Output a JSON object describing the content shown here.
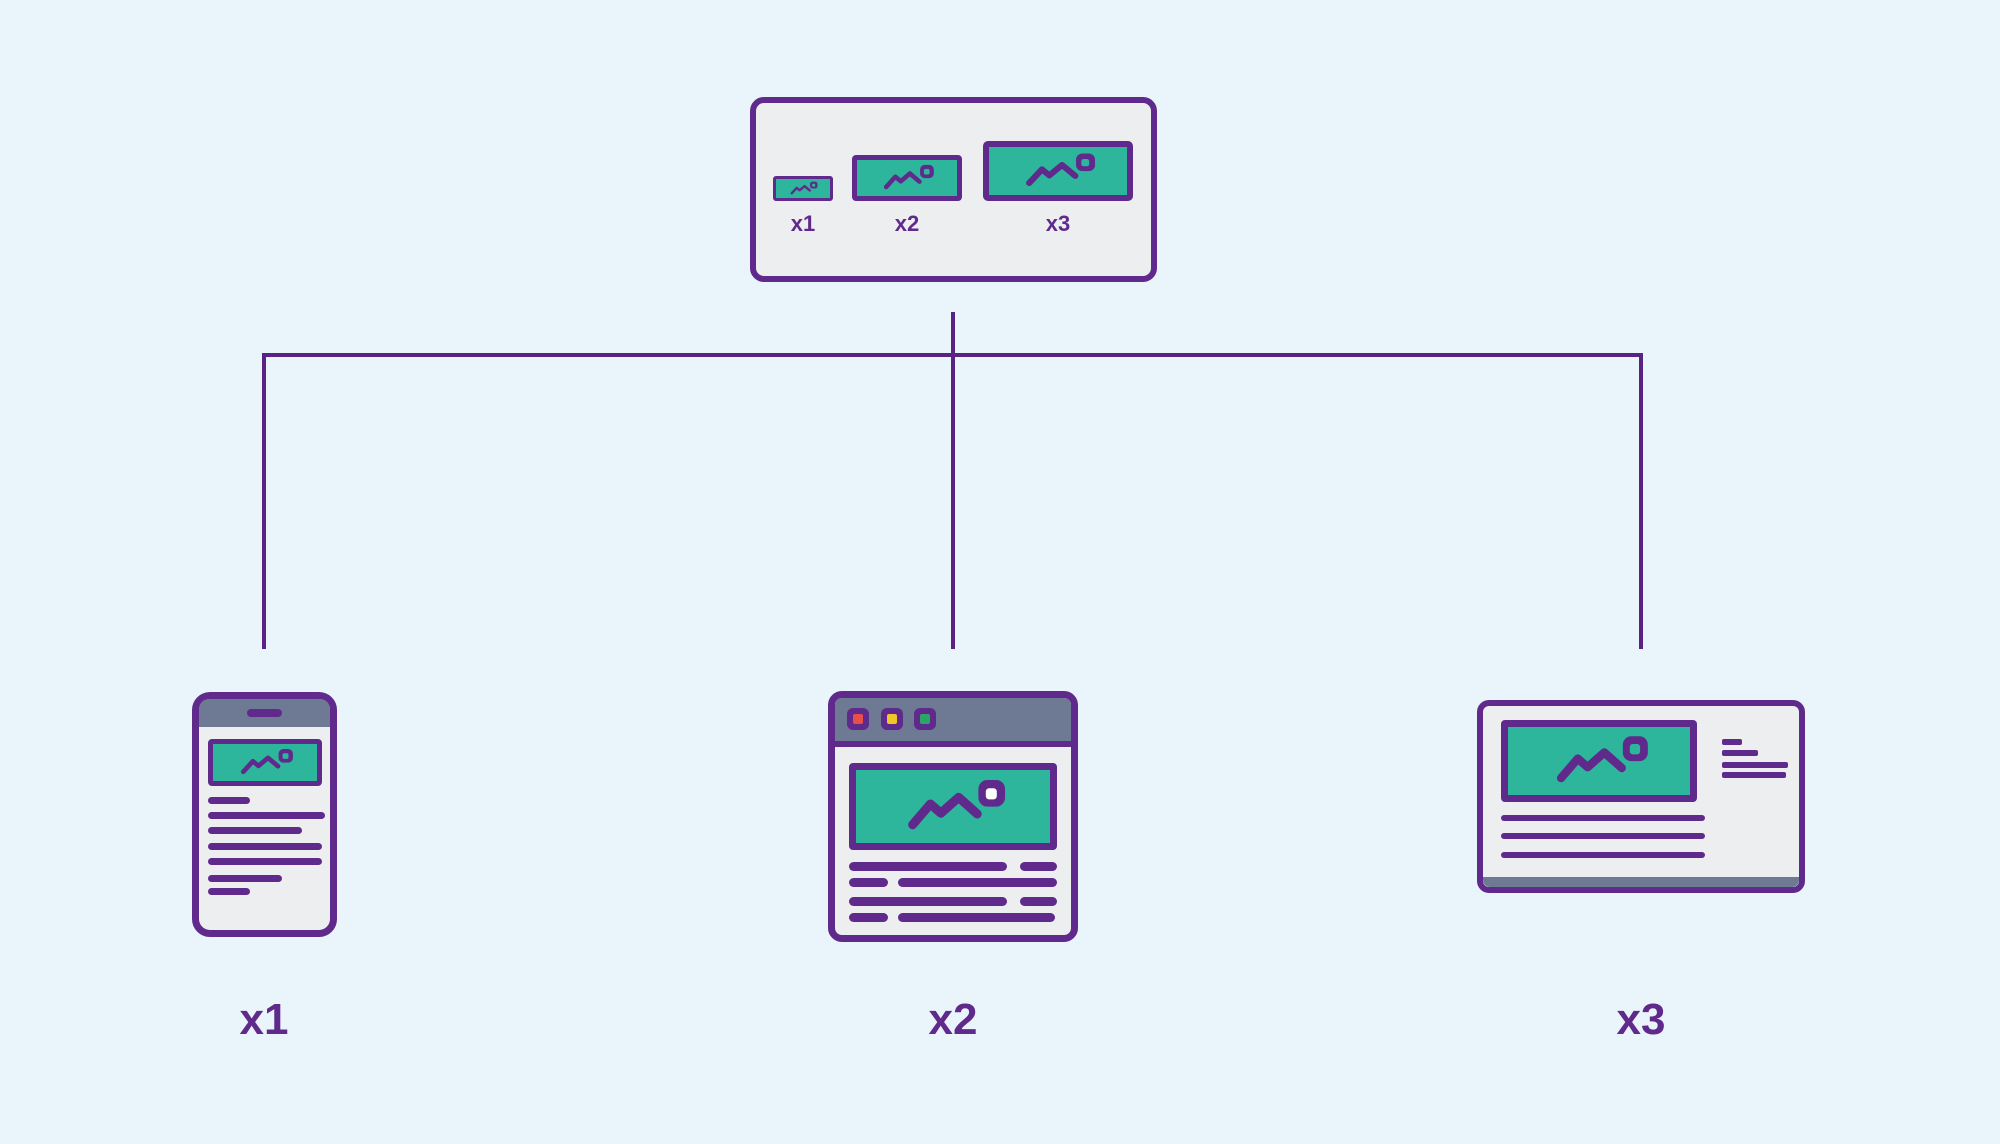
{
  "colors": {
    "bg": "#e9f4fb",
    "purple": "#602a8c",
    "line": "#5a2282",
    "panel": "#eceef0",
    "slate": "#6e7994",
    "green": "#2db69b",
    "dot-red": "#e65046",
    "dot-yellow": "#f0c62a",
    "dot-green": "#2aa767",
    "sun-white": "#ffffff"
  },
  "source_box": {
    "thumbnails": [
      {
        "label": "x1"
      },
      {
        "label": "x2"
      },
      {
        "label": "x3"
      }
    ]
  },
  "devices": {
    "phone": {
      "label": "x1"
    },
    "browser": {
      "label": "x2"
    },
    "laptop": {
      "label": "x3"
    }
  }
}
